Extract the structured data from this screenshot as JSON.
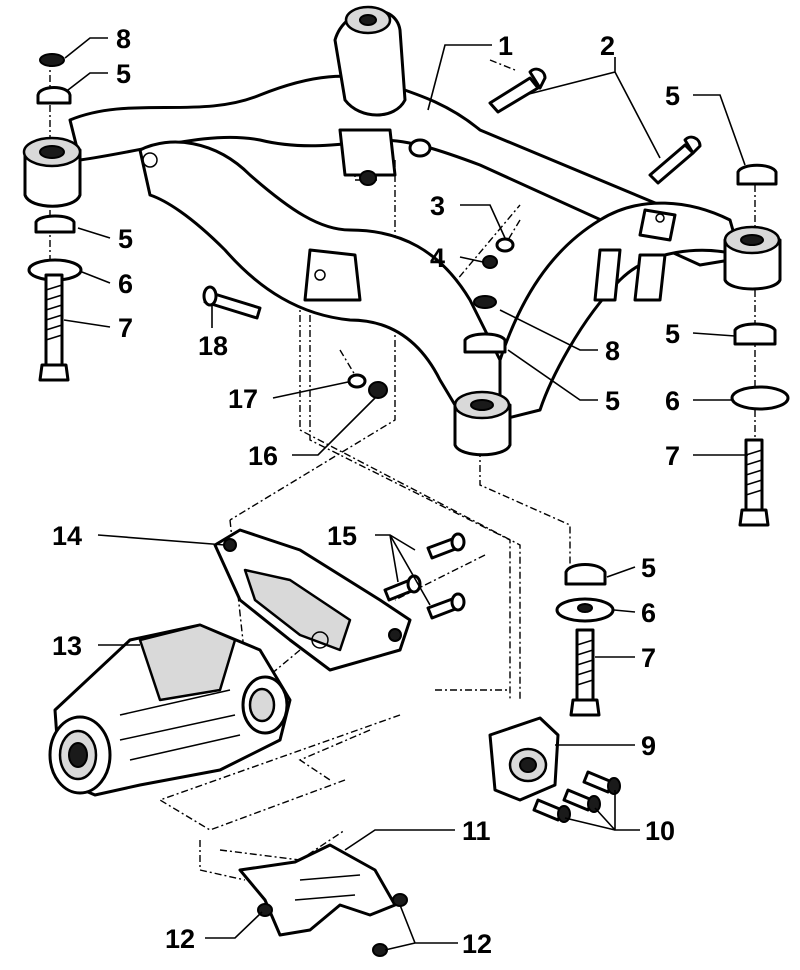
{
  "callouts": [
    {
      "id": "c1",
      "text": "1"
    },
    {
      "id": "c2",
      "text": "2"
    },
    {
      "id": "c3",
      "text": "3"
    },
    {
      "id": "c4",
      "text": "4"
    },
    {
      "id": "c5a",
      "text": "5"
    },
    {
      "id": "c5b",
      "text": "5"
    },
    {
      "id": "c5c",
      "text": "5"
    },
    {
      "id": "c5d",
      "text": "5"
    },
    {
      "id": "c5e",
      "text": "5"
    },
    {
      "id": "c5f",
      "text": "5"
    },
    {
      "id": "c6a",
      "text": "6"
    },
    {
      "id": "c6b",
      "text": "6"
    },
    {
      "id": "c6c",
      "text": "6"
    },
    {
      "id": "c7a",
      "text": "7"
    },
    {
      "id": "c7b",
      "text": "7"
    },
    {
      "id": "c7c",
      "text": "7"
    },
    {
      "id": "c8a",
      "text": "8"
    },
    {
      "id": "c8b",
      "text": "8"
    },
    {
      "id": "c9",
      "text": "9"
    },
    {
      "id": "c10",
      "text": "10"
    },
    {
      "id": "c11",
      "text": "11"
    },
    {
      "id": "c12a",
      "text": "12"
    },
    {
      "id": "c12b",
      "text": "12"
    },
    {
      "id": "c13",
      "text": "13"
    },
    {
      "id": "c14",
      "text": "14"
    },
    {
      "id": "c15",
      "text": "15"
    },
    {
      "id": "c16",
      "text": "16"
    },
    {
      "id": "c17",
      "text": "17"
    },
    {
      "id": "c18",
      "text": "18"
    }
  ]
}
